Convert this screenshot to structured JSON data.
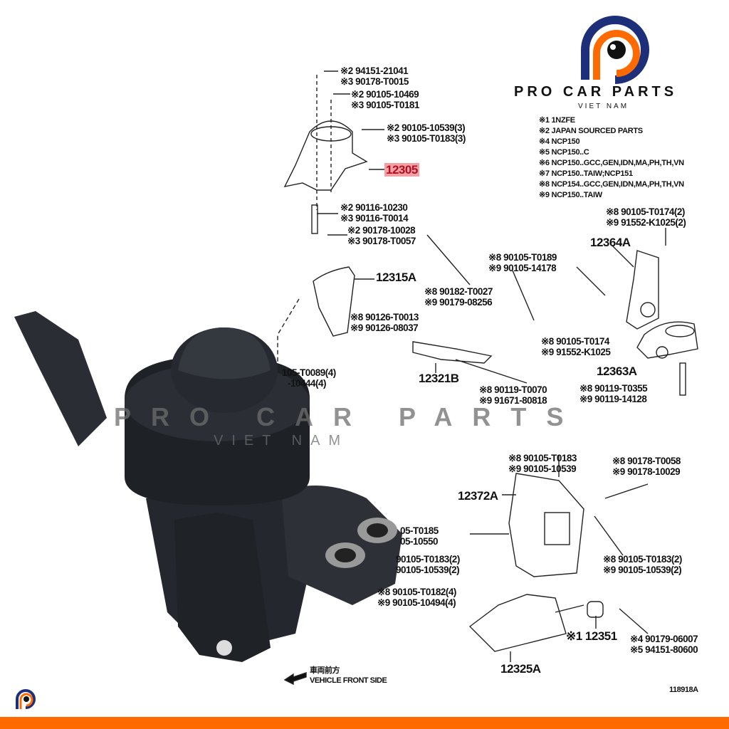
{
  "brand": {
    "name": "PRO CAR PARTS",
    "subtitle": "VIET NAM",
    "colors": {
      "orange": "#ff6a00",
      "navy": "#1c2f78",
      "watermark": "#6e6e6e",
      "highlight": "#f2a0a6"
    }
  },
  "legend": [
    "※1 1NZFE",
    "※2 JAPAN SOURCED PARTS",
    "※4 NCP150",
    "※5 NCP150..C",
    "※6 NCP150..GCC,GEN,IDN,MA,PH,TH,VN",
    "※7 NCP150..TAIW;NCP151",
    "※8 NCP154..GCC,GEN,IDN,MA,PH,TH,VN",
    "※9 NCP150..TAIW"
  ],
  "labels": [
    [
      "※2 94151-21041",
      "※3 90178-T0015"
    ],
    [
      "※2 90105-10469",
      "※3 90105-T0181"
    ],
    [
      "※2 90105-10539(3)",
      "※3 90105-T0183(3)"
    ],
    [
      "※2 90116-10230",
      "※3 90116-T0014"
    ],
    [
      "※2 90178-10028",
      "※3 90178-T0057"
    ],
    [
      "※8 90182-T0027",
      "※9 90179-08256"
    ],
    [
      "※8 90126-T0013",
      "※9 90126-08037"
    ],
    [
      "105-T0089(4)",
      "-10444(4)"
    ],
    [
      "※8 90119-T0070",
      "※9 91671-80818"
    ],
    [
      "※8 90105-T0189",
      "※9 90105-14178"
    ],
    [
      "※8 90105-T0174(2)",
      "※9 91552-K1025(2)"
    ],
    [
      "※8 90105-T0174",
      "※9 91552-K1025"
    ],
    [
      "※8 90119-T0355",
      "※9 90119-14128"
    ],
    [
      "※8 90105-T0183",
      "※9 90105-10539"
    ],
    [
      "※8 90178-T0058",
      "※9 90178-10029"
    ],
    [
      "05-T0185",
      "05-10550"
    ],
    [
      "90105-T0183(2)",
      "90105-10539(2)"
    ],
    [
      "※8 90105-T0183(2)",
      "※9 90105-10539(2)"
    ],
    [
      "※8 90105-T0182(4)",
      "※9 90105-10494(4)"
    ],
    [
      "※4 90179-06007",
      "※5 94151-80600"
    ]
  ],
  "parts": {
    "p12305": "12305",
    "p12315A": "12315A",
    "p12321B": "12321B",
    "p12364A": "12364A",
    "p12363A": "12363A",
    "p12372A": "12372A",
    "p12351": "※1 12351",
    "p12325A": "12325A"
  },
  "direction": {
    "jp": "車両前方",
    "en": "VEHICLE FRONT SIDE"
  },
  "figure_id": "118918A"
}
